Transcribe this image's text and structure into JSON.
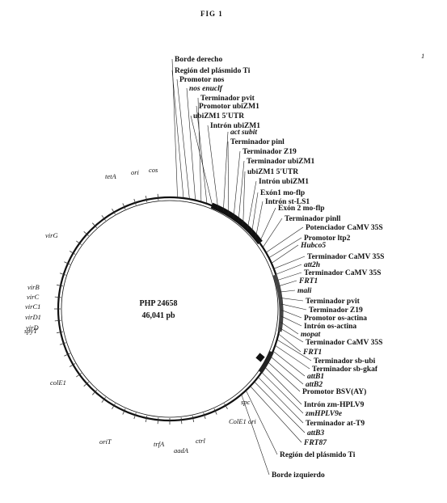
{
  "figure_title": "FIG 1",
  "page_mark": "1",
  "plasmid": {
    "name": "PHP 24658",
    "size": "46,041 pb"
  },
  "right_labels": [
    {
      "text": "Borde derecho",
      "italic": false
    },
    {
      "text": "Región del plásmido Ti",
      "italic": false
    },
    {
      "text": "Promotor nos",
      "italic": false
    },
    {
      "text": "nos enuclf",
      "italic": true
    },
    {
      "text": "Terminador pvit",
      "italic": false
    },
    {
      "text": "Promotor ubiZM1",
      "italic": false
    },
    {
      "text": "ubiZM1 5'UTR",
      "italic": false
    },
    {
      "text": "Intrón ubiZM1",
      "italic": false
    },
    {
      "text": "act subit",
      "italic": true
    },
    {
      "text": "Terminador pinl",
      "italic": false
    },
    {
      "text": "Terminador Z19",
      "italic": false
    },
    {
      "text": "Terminador ubiZM1",
      "italic": false
    },
    {
      "text": "ubiZM1 5'UTR",
      "italic": false
    },
    {
      "text": "Intrón ubiZM1",
      "italic": false
    },
    {
      "text": "Exón1 mo-flp",
      "italic": false
    },
    {
      "text": "Intrón st-LS1",
      "italic": false
    },
    {
      "text": "Exón 2 mo-flp",
      "italic": false
    },
    {
      "text": "Terminador pinll",
      "italic": false
    },
    {
      "text": "Potenciador CaMV 35S",
      "italic": false
    },
    {
      "text": "Promotor ltp2",
      "italic": false
    },
    {
      "text": "Hubco5",
      "italic": true
    },
    {
      "text": "Terminador CaMV 35S",
      "italic": false
    },
    {
      "text": "att2h",
      "italic": true
    },
    {
      "text": "Terminador CaMV 35S",
      "italic": false
    },
    {
      "text": "FRT1",
      "italic": true
    },
    {
      "text": "mali",
      "italic": true
    },
    {
      "text": "Terminador pvit",
      "italic": false
    },
    {
      "text": "Terminador Z19",
      "italic": false
    },
    {
      "text": "Promotor os-actina",
      "italic": false
    },
    {
      "text": "Intrón os-actina",
      "italic": false
    },
    {
      "text": "mopat",
      "italic": true
    },
    {
      "text": "Terminador CaMV 35S",
      "italic": false
    },
    {
      "text": "FRT1",
      "italic": true
    },
    {
      "text": "Terminador sb-ubi",
      "italic": false
    },
    {
      "text": "Terminador sb-gkaf",
      "italic": false
    },
    {
      "text": "attB1",
      "italic": true
    },
    {
      "text": "attB2",
      "italic": true
    },
    {
      "text": "Promotor BSV(AY)",
      "italic": false
    },
    {
      "text": "Intrón zm-HPLV9",
      "italic": false
    },
    {
      "text": "zmHPLV9e",
      "italic": true
    },
    {
      "text": "Terminador at-T9",
      "italic": false
    },
    {
      "text": "attB3",
      "italic": true
    },
    {
      "text": "FRT87",
      "italic": true
    },
    {
      "text": "Región del plásmido Ti",
      "italic": false
    },
    {
      "text": "Borde izquierdo",
      "italic": false
    }
  ],
  "left_labels": [
    {
      "text": "tetA",
      "italic": true
    },
    {
      "text": "ori",
      "italic": true
    },
    {
      "text": "cos",
      "italic": true
    },
    {
      "text": "virG",
      "italic": true
    },
    {
      "text": "virB",
      "italic": true
    },
    {
      "text": "virC",
      "italic": true
    },
    {
      "text": "virC1",
      "italic": true
    },
    {
      "text": "virD1",
      "italic": true
    },
    {
      "text": "virD",
      "italic": true
    },
    {
      "text": "spyT",
      "italic": true
    },
    {
      "text": "colE1",
      "italic": true
    },
    {
      "text": "oriT",
      "italic": true
    },
    {
      "text": "trfA",
      "italic": true
    },
    {
      "text": "aadA",
      "italic": true
    },
    {
      "text": "ctrl",
      "italic": true
    },
    {
      "text": "ColE1 ori",
      "italic": true
    },
    {
      "text": "spc",
      "italic": true
    }
  ]
}
